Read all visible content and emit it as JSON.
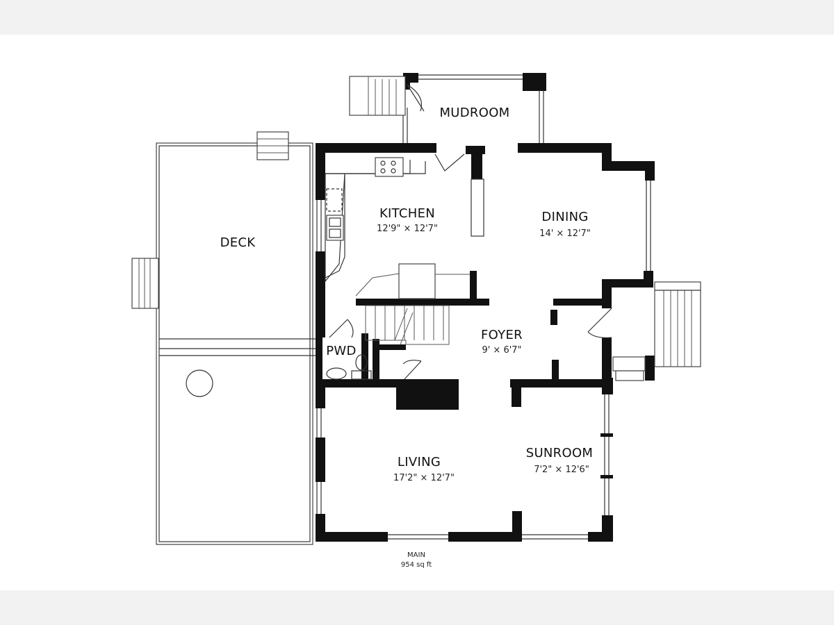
{
  "rooms": {
    "mudroom": {
      "name": "MUDROOM"
    },
    "kitchen": {
      "name": "KITCHEN",
      "dims": "12'9\" × 12'7\""
    },
    "dining": {
      "name": "DINING",
      "dims": "14' × 12'7\""
    },
    "deck": {
      "name": "DECK"
    },
    "foyer": {
      "name": "FOYER",
      "dims": "9' × 6'7\""
    },
    "pwd": {
      "name": "PWD"
    },
    "living": {
      "name": "LIVING",
      "dims": "17'2\" × 12'7\""
    },
    "sunroom": {
      "name": "SUNROOM",
      "dims": "7'2\" × 12'6\""
    }
  },
  "footer": {
    "level": "MAIN",
    "area": "954 sq ft"
  },
  "colors": {
    "wall": "#111111",
    "background": "#ffffff",
    "outer": "#f2f2f2"
  }
}
